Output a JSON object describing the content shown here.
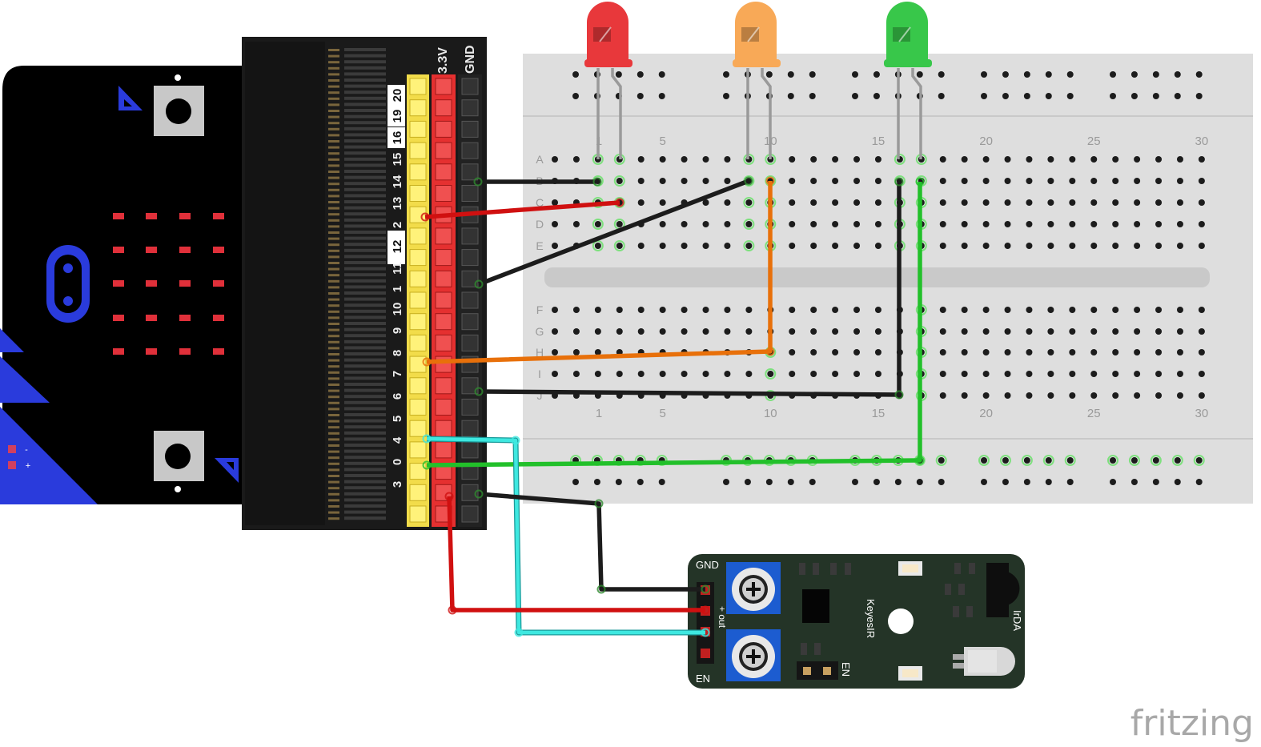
{
  "watermark": "fritzing",
  "breadboard": {
    "row_labels_top": [
      "A",
      "B",
      "C",
      "D",
      "E"
    ],
    "row_labels_bottom": [
      "F",
      "G",
      "H",
      "I",
      "J"
    ],
    "column_numbers": [
      "1",
      "5",
      "10",
      "15",
      "20",
      "25",
      "30"
    ]
  },
  "microbit": {
    "power_pin_labels": [
      "3.3V",
      "GND"
    ],
    "pin_labels": [
      "20",
      "19",
      "16",
      "15",
      "14",
      "13",
      "2",
      "12",
      "11",
      "1",
      "10",
      "9",
      "8",
      "7",
      "6",
      "5",
      "4",
      "0",
      "3"
    ],
    "rail_symbols": [
      "-",
      "+"
    ]
  },
  "sensor_module": {
    "name": "KeyesIR",
    "labels": {
      "gnd": "GND",
      "out": "+ out",
      "en_pin": "EN",
      "en_jumper": "EN",
      "irda": "IrDA"
    }
  },
  "leds": [
    {
      "name": "red",
      "color": "#e8383b"
    },
    {
      "name": "orange",
      "color": "#f8a957"
    },
    {
      "name": "green",
      "color": "#38c74a"
    }
  ],
  "wire_colors": {
    "black": "#1c1c1c",
    "red": "#d01010",
    "orange": "#e8700a",
    "green": "#22c02a",
    "cyan": "#3ee8e0"
  }
}
